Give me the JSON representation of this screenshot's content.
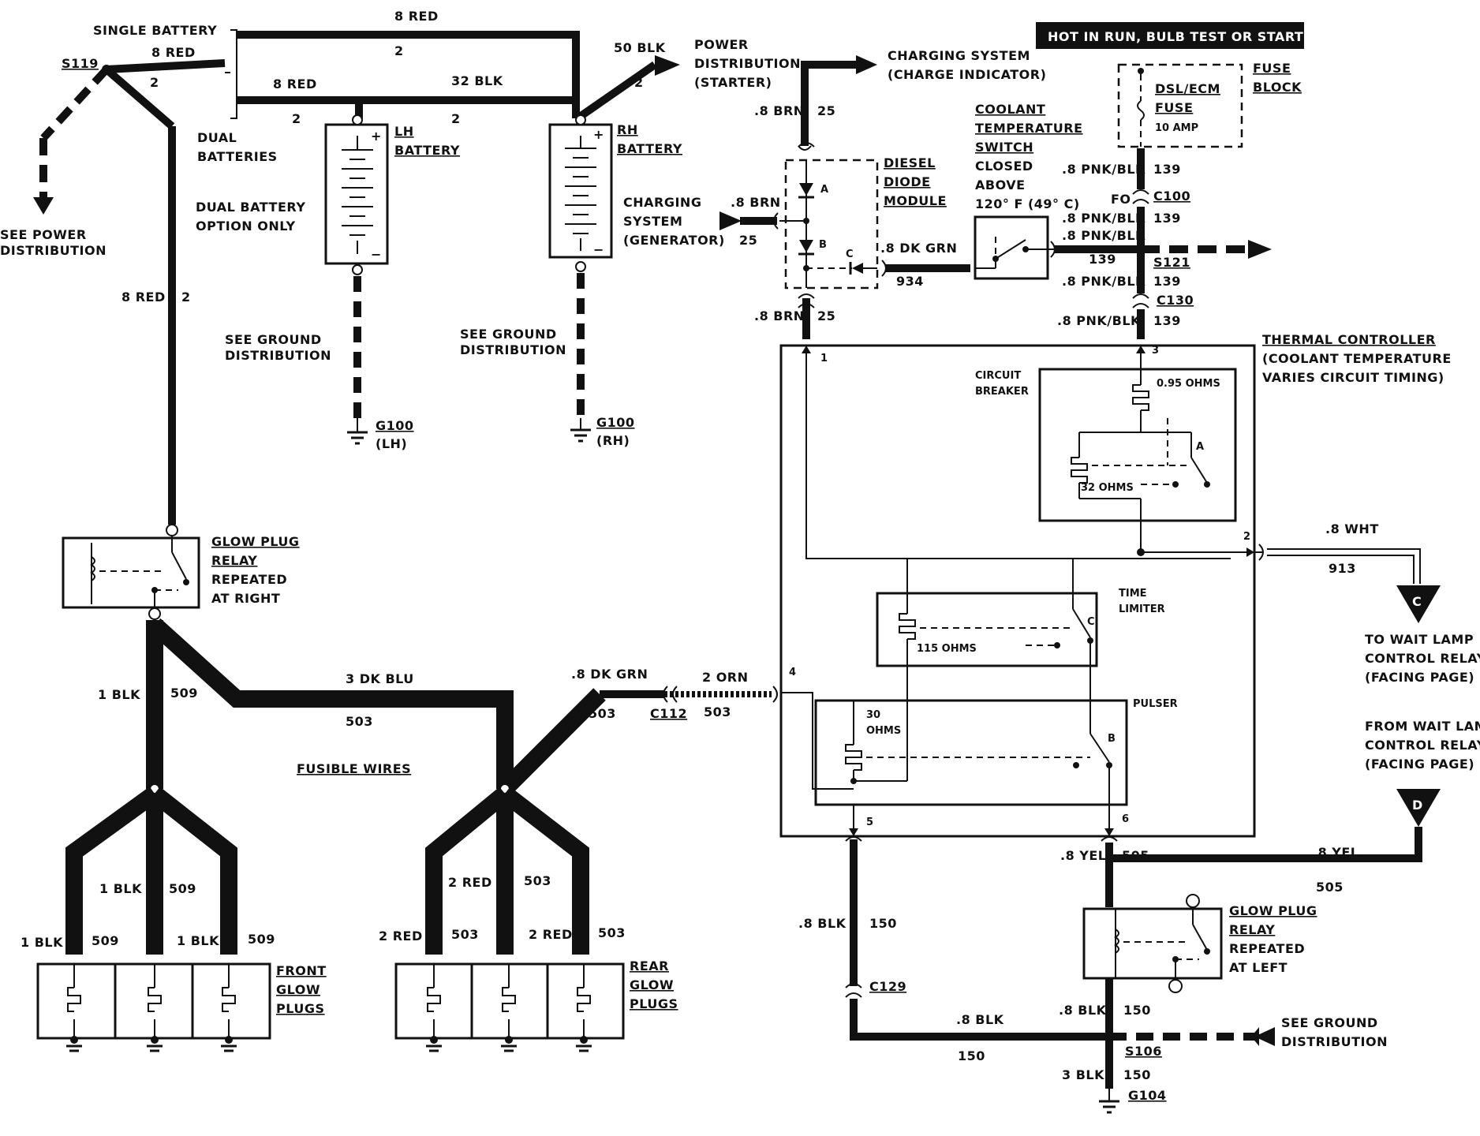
{
  "title_banner": "HOT IN RUN,  BULB TEST OR START",
  "battery": {
    "single_battery": "SINGLE BATTERY",
    "s119": "S119",
    "wire_8red": "8 RED",
    "wire_2": "2",
    "dual_batteries": "DUAL BATTERIES",
    "dual_option": "DUAL BATTERY OPTION ONLY",
    "lh_battery": "LH BATTERY",
    "rh_battery": "RH BATTERY",
    "wire_32blk": "32 BLK",
    "wire_50blk": "50 BLK",
    "power_dist_starter": "POWER DISTRIBUTION (STARTER)",
    "see_power_dist": "SEE POWER DISTRIBUTION",
    "see_ground_dist": "SEE GROUND DISTRIBUTION",
    "g100": "G100",
    "lh": "(LH)",
    "rh": "(RH)"
  },
  "charging": {
    "charge_indicator": "CHARGING SYSTEM (CHARGE INDICATOR)",
    "generator": "CHARGING SYSTEM (GENERATOR)",
    "wire_8brn": ".8 BRN",
    "c25": "25",
    "diode_module": "DIESEL DIODE MODULE",
    "a": "A",
    "b": "B",
    "c": "C",
    "wire_8dkgrn": ".8 DK GRN",
    "c934": "934"
  },
  "coolant": {
    "switch": "COOLANT TEMPERATURE SWITCH",
    "closed": "CLOSED ABOVE",
    "temp": "120° F (49° C)"
  },
  "fuse": {
    "fuse_block": "FUSE BLOCK",
    "dsl_ecm": "DSL/ECM FUSE",
    "amp": "10 AMP",
    "wire_pnkblk": ".8 PNK/BLK",
    "c139": "139",
    "c100": "C100",
    "fo": "FO",
    "s121": "S121",
    "c130": "C130"
  },
  "thermal": {
    "title": "THERMAL CONTROLLER",
    "subtitle": "(COOLANT TEMPERATURE VARIES CIRCUIT TIMING)",
    "circuit_breaker": "CIRCUIT BREAKER",
    "ohms_095": "0.95 OHMS",
    "ohms_32": "32 OHMS",
    "time_limiter": "TIME LIMITER",
    "ohms_115": "115 OHMS",
    "pulser": "PULSER",
    "ohms_30": "30 OHMS",
    "pin1": "1",
    "pin2": "2",
    "pin3": "3",
    "pin4": "4",
    "pin5": "5",
    "pin6": "6",
    "a": "A",
    "b": "B",
    "c": "C"
  },
  "wait_lamp": {
    "wire_8wht": ".8 WHT",
    "c913": "913",
    "to_relay": "TO WAIT LAMP CONTROL RELAY (FACING PAGE)",
    "from_relay": "FROM WAIT LAMP CONTROL RELAY (FACING PAGE)",
    "c_marker": "C",
    "d_marker": "D"
  },
  "glow_relay": {
    "left_label": "GLOW PLUG RELAY REPEATED AT RIGHT",
    "right_label": "GLOW PLUG RELAY REPEATED AT LEFT",
    "wire_8yel": ".8 YEL",
    "c505": "505"
  },
  "glow_plugs": {
    "wire_1blk": "1 BLK",
    "c509": "509",
    "wire_3dkblu": "3 DK BLU",
    "c503": "503",
    "fusible": "FUSIBLE WIRES",
    "wire_8dkgrn": ".8 DK GRN",
    "wire_2orn": "2 ORN",
    "c112": "C112",
    "wire_2red": "2 RED",
    "front": "FRONT GLOW PLUGS",
    "rear": "REAR GLOW PLUGS"
  },
  "ground": {
    "wire_8blk": ".8 BLK",
    "c150": "150",
    "c129": "C129",
    "s106": "S106",
    "wire_3blk": "3 BLK",
    "g104": "G104",
    "see_ground": "SEE GROUND DISTRIBUTION"
  }
}
